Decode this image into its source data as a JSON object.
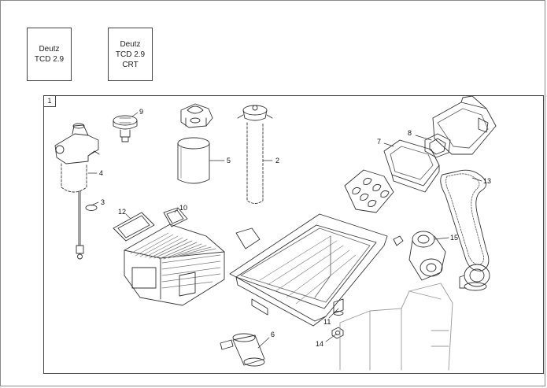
{
  "models": [
    {
      "line1": "Deutz",
      "line2": "TCD 2.9"
    },
    {
      "line1": "Deutz",
      "line2": "TCD 2.9 CRT"
    }
  ],
  "panel_number": "1",
  "callouts": {
    "p1": "2",
    "p2": "3",
    "p3": "4",
    "p4": "5",
    "p5": "6",
    "p6": "7",
    "p7": "8",
    "p8": "9",
    "p9": "10",
    "p10": "11",
    "p11": "12",
    "p12": "13",
    "p13": "14",
    "p14": "15"
  },
  "colors": {
    "line": "#333333",
    "light": "#9a9a9a",
    "frame": "#8a8a8a"
  }
}
